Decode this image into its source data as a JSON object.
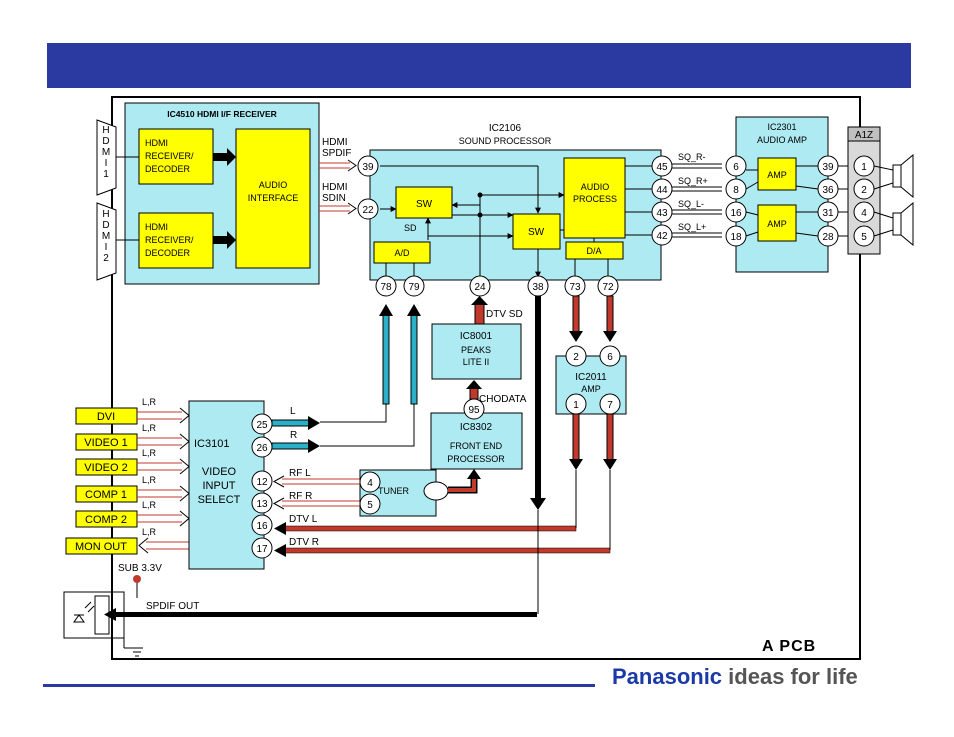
{
  "colors": {
    "title_bar": "#2b3aa0",
    "block_fill": "#aeeaf2",
    "yellow": "#ffff00",
    "brand_blue": "#1b3aa8",
    "slogan_gray": "#555555"
  },
  "hdmi": {
    "in1": "HDMI 1",
    "in2": "HDMI 2"
  },
  "ic4510": {
    "title": "IC4510 HDMI I/F RECEIVER",
    "rx1": [
      "HDMI",
      "RECEIVER/",
      "DECODER"
    ],
    "rx2": [
      "HDMI",
      "RECEIVER/",
      "DECODER"
    ],
    "audio_if": [
      "AUDIO",
      "INTERFACE"
    ]
  },
  "hdmi_spdif": [
    "HDMI",
    "SPDIF"
  ],
  "hdmi_sdin": [
    "HDMI",
    "SDIN"
  ],
  "ic2106": {
    "name": "IC2106",
    "desc": "SOUND PROCESSOR",
    "sw": "SW",
    "sd": "SD",
    "ad": "A/D",
    "da": "D/A",
    "audio_process": [
      "AUDIO",
      "PROCESS"
    ]
  },
  "ic2301": {
    "name": "IC2301",
    "desc": "AUDIO AMP",
    "amp": "AMP"
  },
  "a1z": "A1Z",
  "sq_labels": [
    "SQ_R-",
    "SQ_R+",
    "SQ_L-",
    "SQ_L+"
  ],
  "pins": {
    "p39": "39",
    "p22": "22",
    "p45": "45",
    "p44": "44",
    "p43": "43",
    "p42": "42",
    "p78": "78",
    "p79": "79",
    "p24": "24",
    "p38": "38",
    "p73": "73",
    "p72": "72",
    "amp6": "6",
    "amp8": "8",
    "amp16": "16",
    "amp18": "18",
    "amp39": "39",
    "amp36": "36",
    "amp31": "31",
    "amp28": "28",
    "c1": "1",
    "c2": "2",
    "c4": "4",
    "c5": "5",
    "ic2011_2": "2",
    "ic2011_6": "6",
    "ic2011_1": "1",
    "ic2011_7": "7",
    "p95": "95",
    "v25": "25",
    "v26": "26",
    "v12": "12",
    "v13": "13",
    "v16": "16",
    "v17": "17",
    "t4": "4",
    "t5": "5"
  },
  "dtv_sd": "DTV SD",
  "ic8001": {
    "name": "IC8001",
    "desc": [
      "PEAKS",
      "LITE II"
    ]
  },
  "chodata": "CHODATA",
  "ic8302": {
    "name": "IC8302",
    "desc": [
      "FRONT END",
      "PROCESSOR"
    ]
  },
  "ic2011": {
    "name": "IC2011",
    "desc": "AMP"
  },
  "tuner": "TUNER",
  "inputs": [
    "DVI",
    "VIDEO 1",
    "VIDEO 2",
    "COMP 1",
    "COMP 2",
    "MON OUT"
  ],
  "lr": "L,R",
  "ic3101": {
    "name": "IC3101",
    "desc": [
      "VIDEO",
      "INPUT",
      "SELECT"
    ]
  },
  "sig": {
    "l": "L",
    "r": "R",
    "rfl": "RF L",
    "rfr": "RF R",
    "dtvl": "DTV L",
    "dtvr": "DTV R"
  },
  "sub33": "SUB 3.3V",
  "spdif_out": "SPDIF OUT",
  "pcb": "A PCB",
  "brand": {
    "name": "Panasonic",
    "slogan": "ideas for life"
  }
}
